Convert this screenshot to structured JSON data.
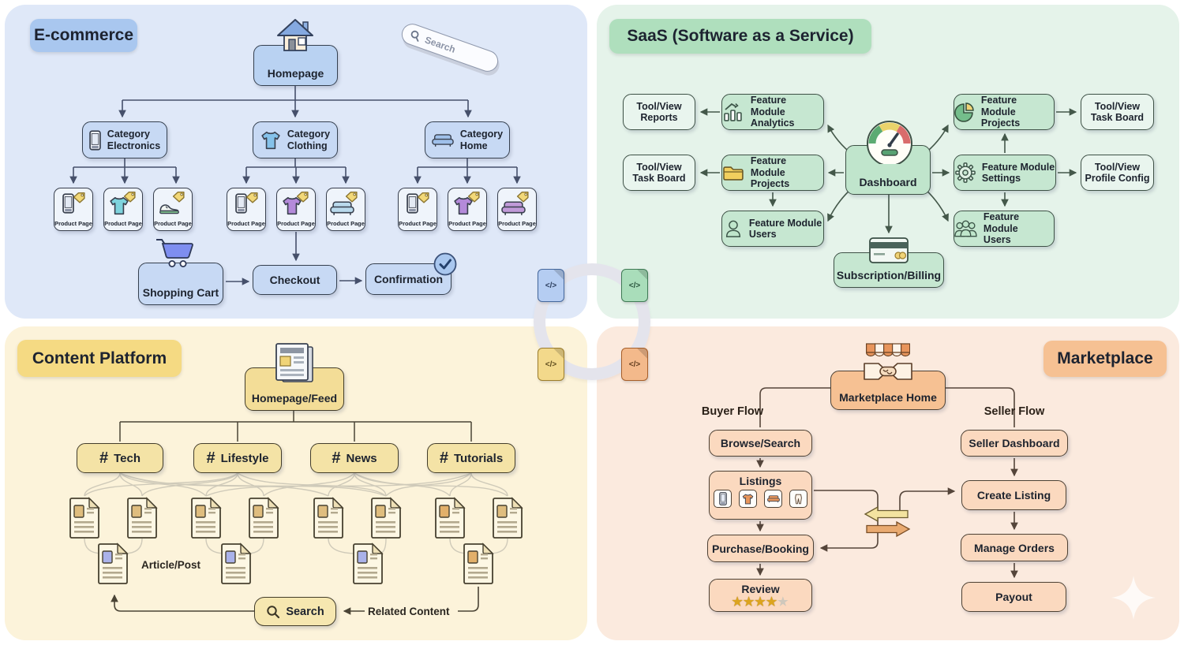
{
  "ecommerce": {
    "title": "E-commerce",
    "homepage_label": "Homepage",
    "search_label": "Search",
    "categories": [
      {
        "line1": "Category",
        "line2": "Electronics",
        "icon": "smartphone-icon"
      },
      {
        "line1": "Category",
        "line2": "Clothing",
        "icon": "tshirt-icon"
      },
      {
        "line1": "Category",
        "line2": "Home",
        "icon": "sofa-icon"
      }
    ],
    "product_pages": [
      {
        "label": "Product Page",
        "icon": "phone-with-price-tag"
      },
      {
        "label": "Product Page",
        "icon": "teal-tshirt-with-price-tag"
      },
      {
        "label": "Product Page",
        "icon": "sneaker-with-price-tag"
      },
      {
        "label": "Product Page",
        "icon": "phone-with-price-tag"
      },
      {
        "label": "Product Page",
        "icon": "purple-tshirt-with-price-tag"
      },
      {
        "label": "Product Page",
        "icon": "blue-sofa-with-price-tag"
      },
      {
        "label": "Product Page",
        "icon": "phone-with-price-tag"
      },
      {
        "label": "Product Page",
        "icon": "purple-tshirt-with-price-tag"
      },
      {
        "label": "Product Page",
        "icon": "purple-sofa-with-price-tag"
      }
    ],
    "cart_label": "Shopping Cart",
    "checkout_label": "Checkout",
    "confirmation_label": "Confirmation",
    "colors": {
      "background": "#dfe8f8",
      "badge": "#a9c7ef",
      "node": "#c7d9f4",
      "card": "#eff4fb"
    }
  },
  "saas": {
    "title": "SaaS (Software as a Service)",
    "nodes": {
      "reports": {
        "line1": "Tool/View",
        "line2": "Reports"
      },
      "analytics": {
        "line1": "Feature Module",
        "line2": "Analytics",
        "icon": "bar-chart-icon"
      },
      "projects_right": {
        "line1": "Feature Module",
        "line2": "Projects",
        "icon": "pie-chart-icon"
      },
      "taskboard_right": {
        "line1": "Tool/View",
        "line2": "Task Board"
      },
      "taskboard_left": {
        "line1": "Tool/View",
        "line2": "Task Board"
      },
      "projects_left": {
        "line1": "Feature Module",
        "line2": "Projects",
        "icon": "folder-icon"
      },
      "dashboard": {
        "label": "Dashboard",
        "icon": "gauge-icon"
      },
      "settings": {
        "line1": "Feature Module",
        "line2": "Settings",
        "icon": "gear-icon"
      },
      "profile_config": {
        "line1": "Tool/View",
        "line2": "Profile Config"
      },
      "users_left": {
        "line1": "Feature Module",
        "line2": "Users",
        "icon": "user-icon"
      },
      "users_right": {
        "line1": "Feature Module",
        "line2": "Users",
        "icon": "users-icon"
      },
      "subscription": {
        "label": "Subscription/Billing",
        "icon": "credit-card-icon"
      }
    },
    "colors": {
      "background": "#e5f3ea",
      "badge": "#afdfbd",
      "feature_module": "#c6e7d1",
      "tool_view": "#e9f5ee"
    }
  },
  "content": {
    "title": "Content Platform",
    "homepage_label": "Homepage/Feed",
    "hash": "#",
    "tags": [
      {
        "label": "Tech"
      },
      {
        "label": "Lifestyle"
      },
      {
        "label": "News"
      },
      {
        "label": "Tutorials"
      }
    ],
    "article_label": "Article/Post",
    "search_label": "Search",
    "related_label": "Related Content",
    "colors": {
      "background": "#fcf3da",
      "badge": "#f5da83",
      "node": "#f4e3a6"
    }
  },
  "marketplace": {
    "title": "Marketplace",
    "home_label": "Marketplace Home",
    "buyer_flow_label": "Buyer Flow",
    "seller_flow_label": "Seller Flow",
    "browse_label": "Browse/Search",
    "listings_label": "Listings",
    "purchase_label": "Purchase/Booking",
    "review_label": "Review",
    "review_stars_filled": "★★★★",
    "review_star_empty": "★",
    "seller_dashboard_label": "Seller Dashboard",
    "create_listing_label": "Create Listing",
    "manage_orders_label": "Manage Orders",
    "payout_label": "Payout",
    "colors": {
      "background": "#fbeade",
      "badge": "#f6c193",
      "node": "#fbd9bf"
    }
  },
  "center": {
    "code_glyph": "</>"
  }
}
